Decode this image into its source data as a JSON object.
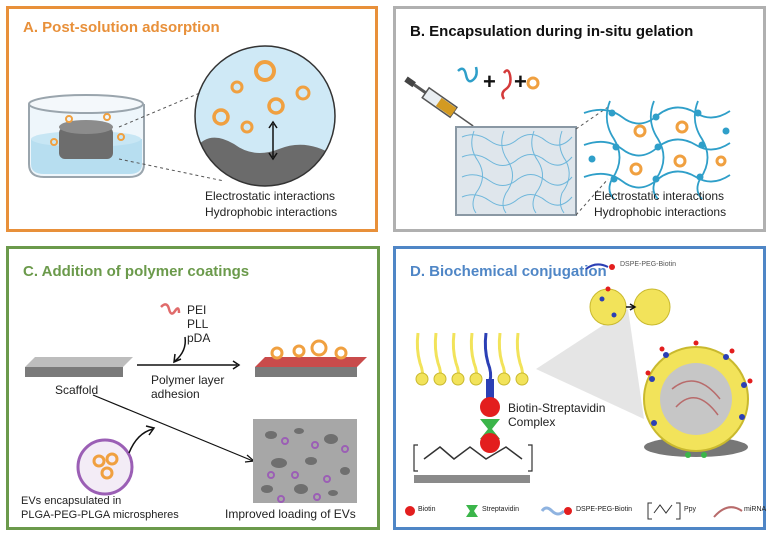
{
  "colors": {
    "panel_a": "#e8903a",
    "panel_b": "#b0b0b0",
    "panel_c": "#6b9a4b",
    "panel_d": "#4f86c6",
    "ev": "#f0a040",
    "hydrogel": "#2f9fc9",
    "biotin": "#e31e1e",
    "streptavidin": "#3bb54a",
    "lipid": "#f2e35a"
  },
  "panel_a": {
    "title": "A. Post-solution adsorption",
    "line1": "Electrostatic interactions",
    "line2": "Hydrophobic interactions"
  },
  "panel_b": {
    "title": "B. Encapsulation during  in-situ gelation",
    "plus1": "+",
    "plus2": "+",
    "line1": "Electrostatic interactions",
    "line2": "Hydrophobic interactions"
  },
  "panel_c": {
    "title": "C. Addition of polymer coatings",
    "polymers": [
      "PEI",
      "PLL",
      "pDA"
    ],
    "scaffold_label": "Scaffold",
    "step_label_1": "Polymer layer",
    "step_label_2": "adhesion",
    "ev_label_1": "EVs encapsulated in",
    "ev_label_2": "PLGA-PEG-PLGA microspheres",
    "result_label": "Improved loading of EVs"
  },
  "panel_d": {
    "title": "D. Biochemical conjugation",
    "inset_label": "DSPE-PEG-Biotin",
    "complex_label_1": "Biotin-Streptavidin",
    "complex_label_2": "Complex",
    "legend": {
      "biotin": "Biotin",
      "streptavidin": "Streptavidin",
      "dspe": "DSPE-PEG-Biotin",
      "ppy": "Ppy",
      "mirna": "miRNA"
    }
  }
}
